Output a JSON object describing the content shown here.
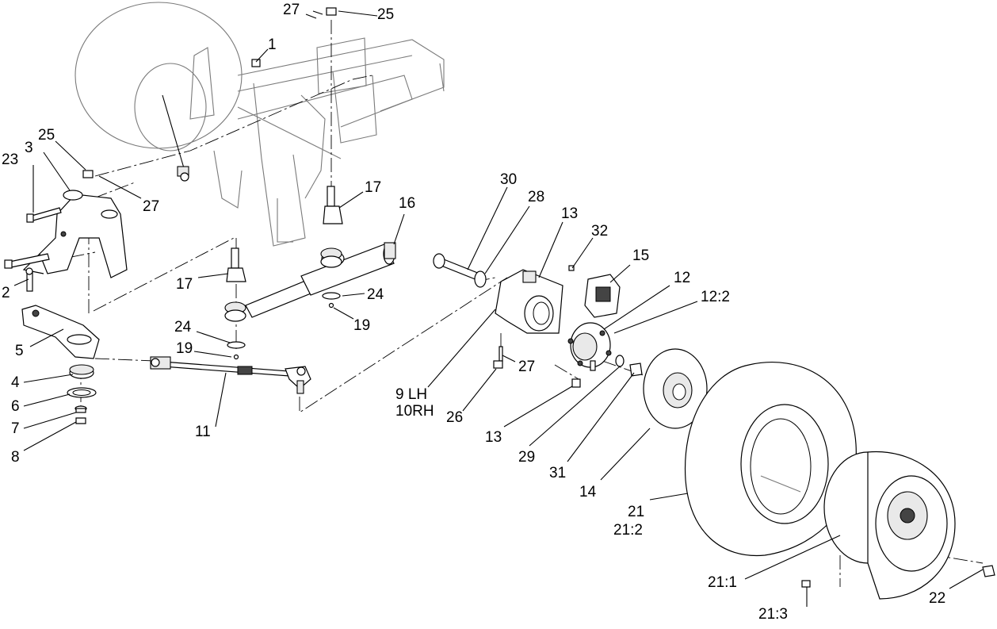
{
  "callouts": [
    {
      "id": "c1",
      "text": "1"
    },
    {
      "id": "c2",
      "text": "2"
    },
    {
      "id": "c3",
      "text": "3"
    },
    {
      "id": "c4",
      "text": "4"
    },
    {
      "id": "c5",
      "text": "5"
    },
    {
      "id": "c6",
      "text": "6"
    },
    {
      "id": "c7",
      "text": "7"
    },
    {
      "id": "c8",
      "text": "8"
    },
    {
      "id": "c9",
      "text": "9 LH"
    },
    {
      "id": "c10",
      "text": "10RH"
    },
    {
      "id": "c11",
      "text": "11"
    },
    {
      "id": "c12",
      "text": "12"
    },
    {
      "id": "c12b",
      "text": "12:2"
    },
    {
      "id": "c13a",
      "text": "13"
    },
    {
      "id": "c13b",
      "text": "13"
    },
    {
      "id": "c14",
      "text": "14"
    },
    {
      "id": "c15",
      "text": "15"
    },
    {
      "id": "c16",
      "text": "16"
    },
    {
      "id": "c17a",
      "text": "17"
    },
    {
      "id": "c17b",
      "text": "17"
    },
    {
      "id": "c19a",
      "text": "19"
    },
    {
      "id": "c19b",
      "text": "19"
    },
    {
      "id": "c21",
      "text": "21"
    },
    {
      "id": "c21b",
      "text": "21:2"
    },
    {
      "id": "c21a",
      "text": "21:1"
    },
    {
      "id": "c21c",
      "text": "21:3"
    },
    {
      "id": "c22",
      "text": "22"
    },
    {
      "id": "c23",
      "text": "23"
    },
    {
      "id": "c24a",
      "text": "24"
    },
    {
      "id": "c24b",
      "text": "24"
    },
    {
      "id": "c25a",
      "text": "25"
    },
    {
      "id": "c25b",
      "text": "25"
    },
    {
      "id": "c26",
      "text": "26"
    },
    {
      "id": "c27a",
      "text": "27"
    },
    {
      "id": "c27b",
      "text": "27"
    },
    {
      "id": "c27c",
      "text": "27"
    },
    {
      "id": "c28",
      "text": "28"
    },
    {
      "id": "c29",
      "text": "29"
    },
    {
      "id": "c30",
      "text": "30"
    },
    {
      "id": "c31",
      "text": "31"
    },
    {
      "id": "c32",
      "text": "32"
    }
  ]
}
